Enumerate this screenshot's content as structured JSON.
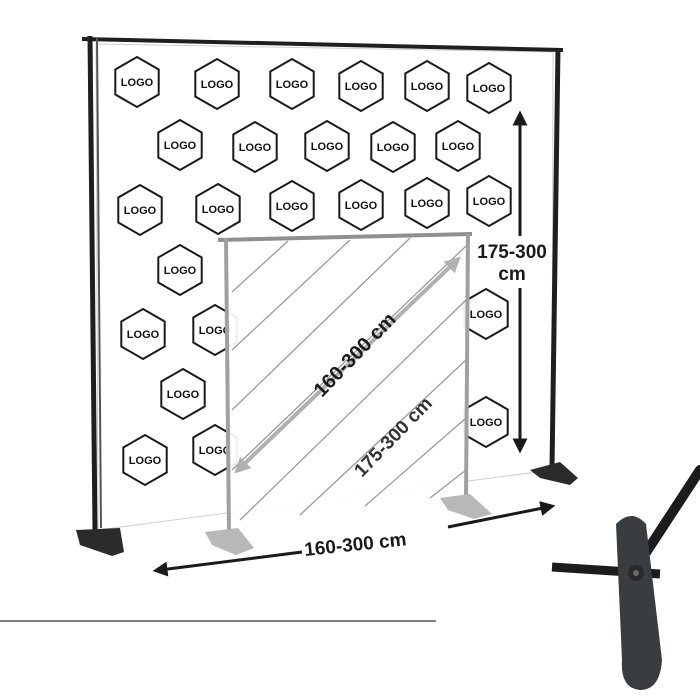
{
  "logo_label": "LOGO",
  "dimensions": {
    "large_height": "175-300",
    "large_height_unit": "cm",
    "large_width": "160-300 cm",
    "small_width": "160-300 cm",
    "small_height": "175-300 cm"
  },
  "colors": {
    "frame": "#1f1f1f",
    "small_frame": "#9a9a9a",
    "arrow": "#1a1a1a",
    "diag_arrow": "#b0b0b0"
  }
}
